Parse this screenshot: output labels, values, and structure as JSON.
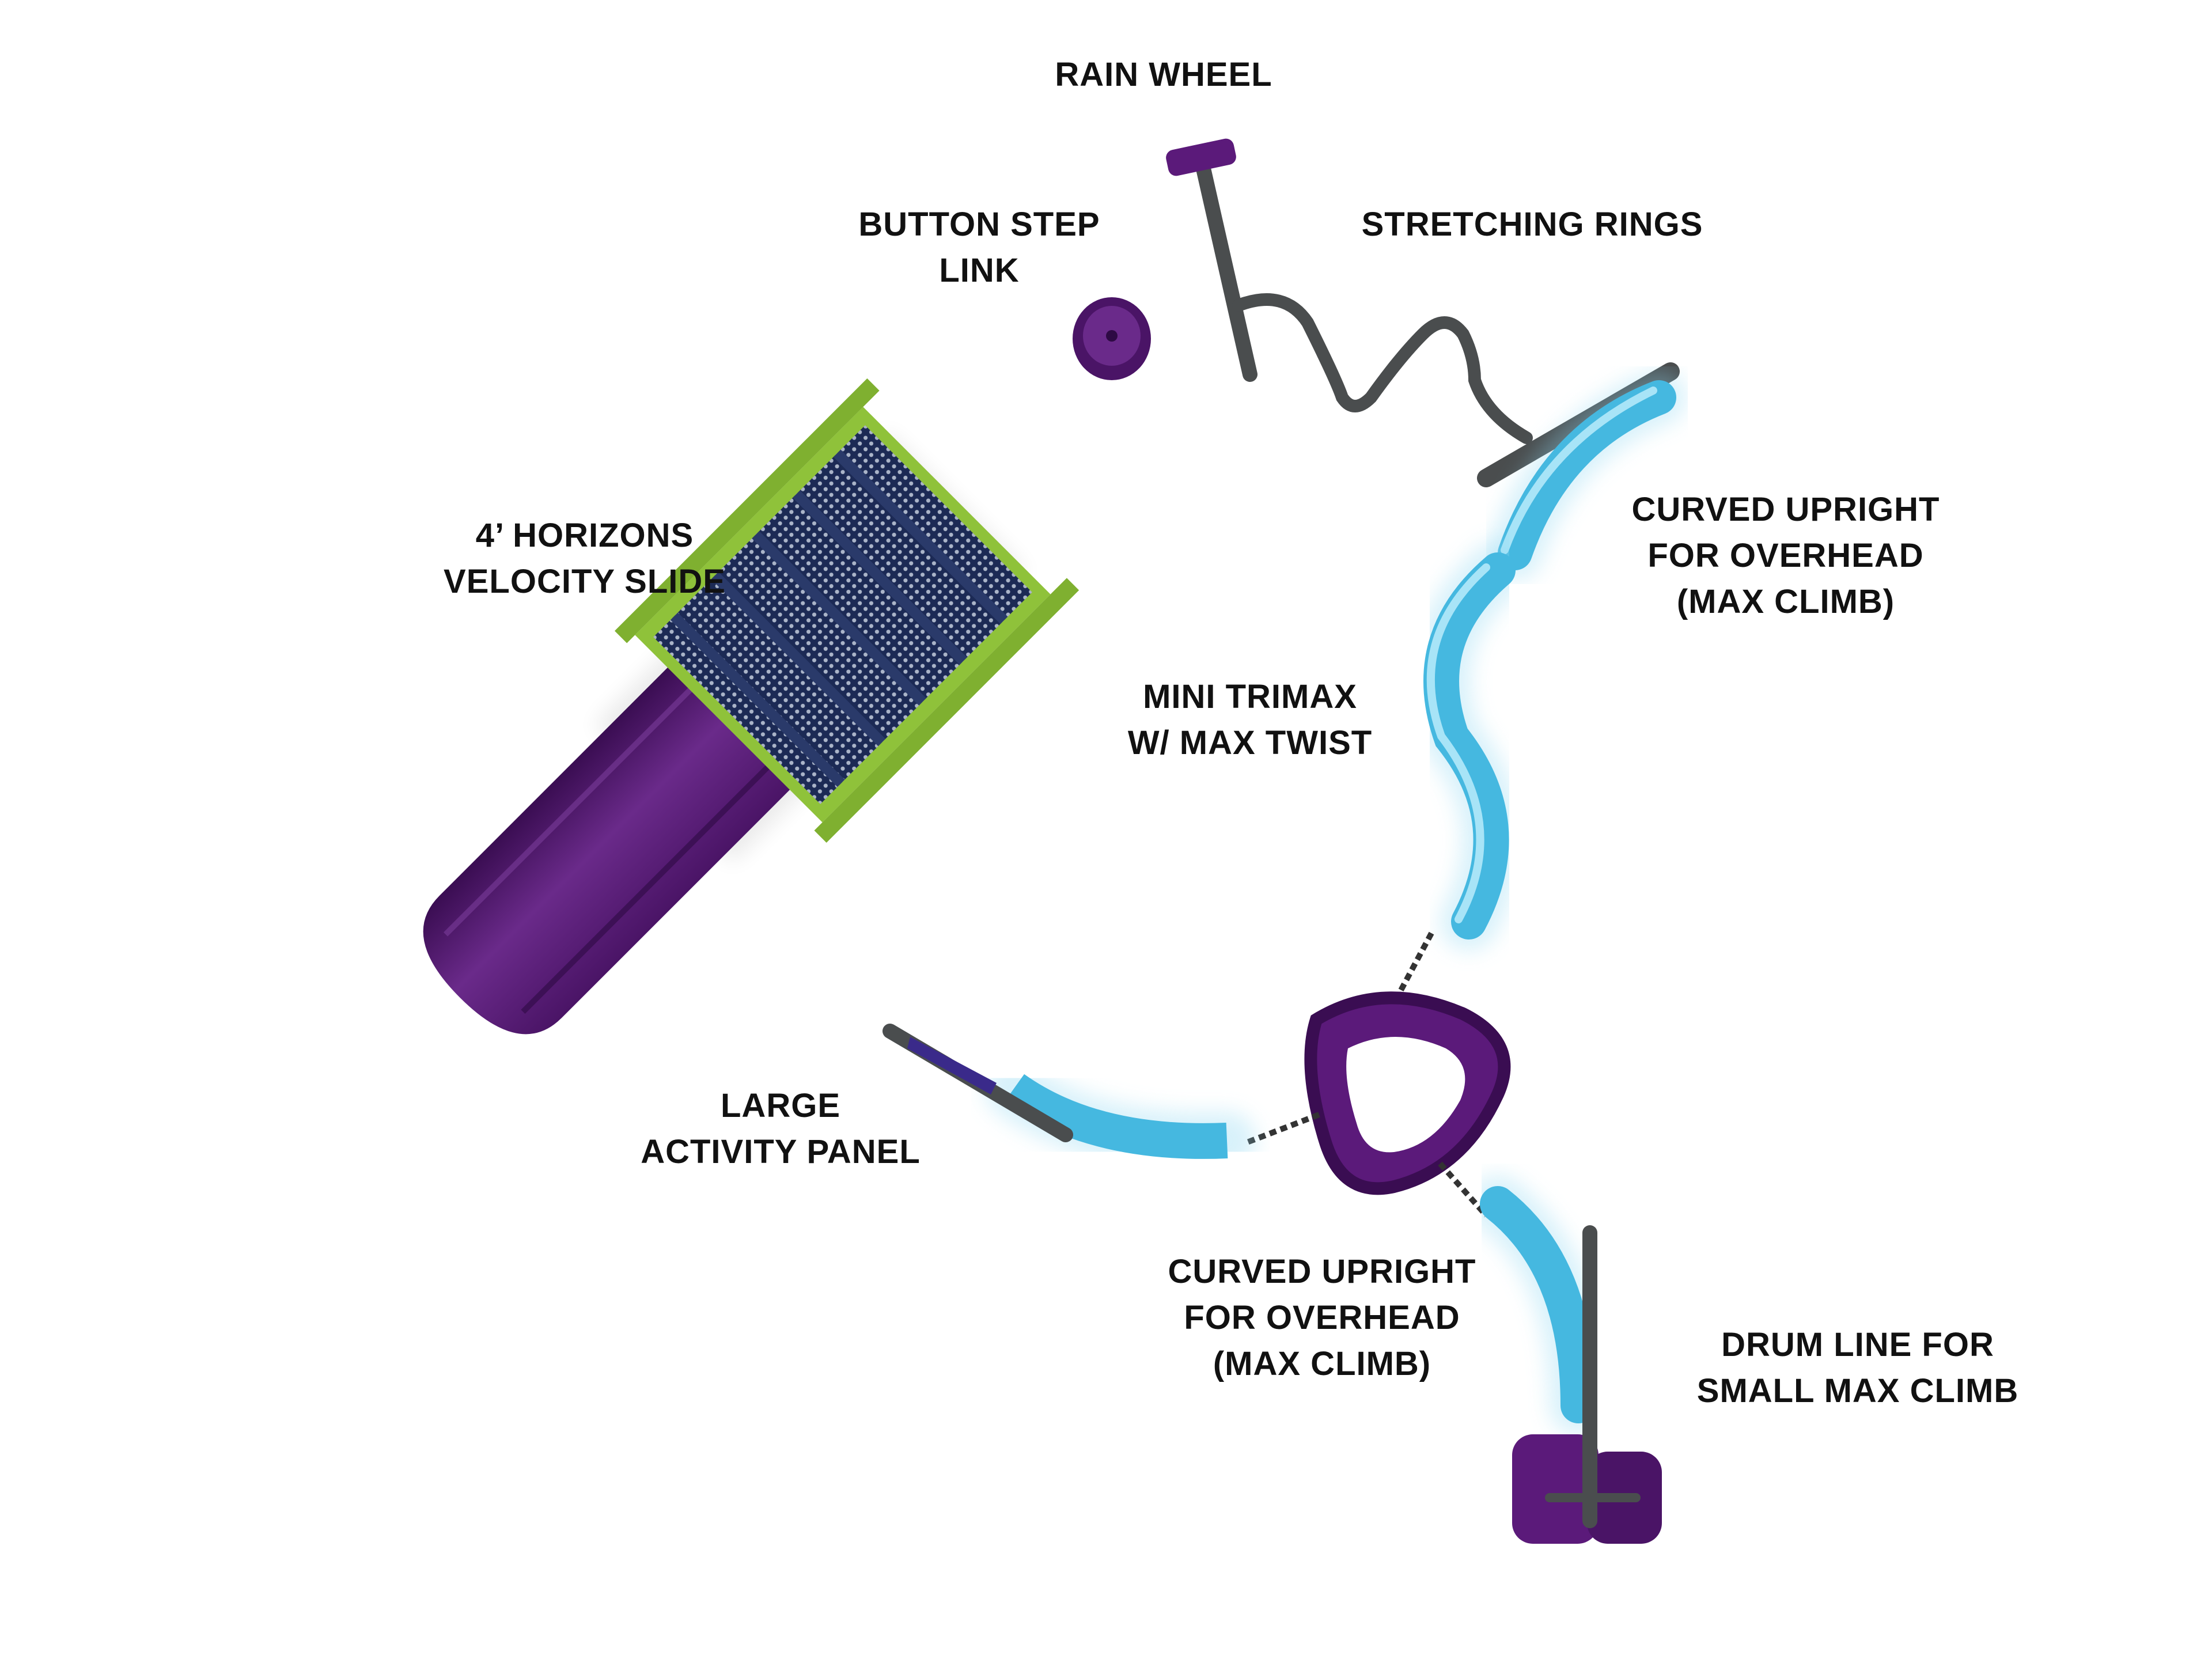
{
  "colors": {
    "purple": "#5b1a7a",
    "purple_dark": "#3a0d52",
    "blue": "#45b8e0",
    "blue_light": "#8fd8f2",
    "gray": "#4a4d4e",
    "green": "#9acd32",
    "navy": "#1c2a55",
    "text": "#111111"
  },
  "labels": {
    "rain_wheel": [
      "RAIN WHEEL"
    ],
    "button_step": [
      "BUTTON STEP",
      "LINK"
    ],
    "stretching_rings": [
      "STRETCHING RINGS"
    ],
    "velocity_slide": [
      "4’ HORIZONS",
      "VELOCITY SLIDE"
    ],
    "curved_upright_top": [
      "CURVED UPRIGHT",
      "FOR OVERHEAD",
      "(MAX CLIMB)"
    ],
    "mini_trimax": [
      "MINI TRIMAX",
      "W/ MAX TWIST"
    ],
    "activity_panel": [
      "LARGE",
      "ACTIVITY PANEL"
    ],
    "curved_upright_bottom": [
      "CURVED UPRIGHT",
      "FOR OVERHEAD",
      "(MAX CLIMB)"
    ],
    "drum_line": [
      "DRUM LINE FOR",
      "SMALL MAX CLIMB"
    ]
  }
}
